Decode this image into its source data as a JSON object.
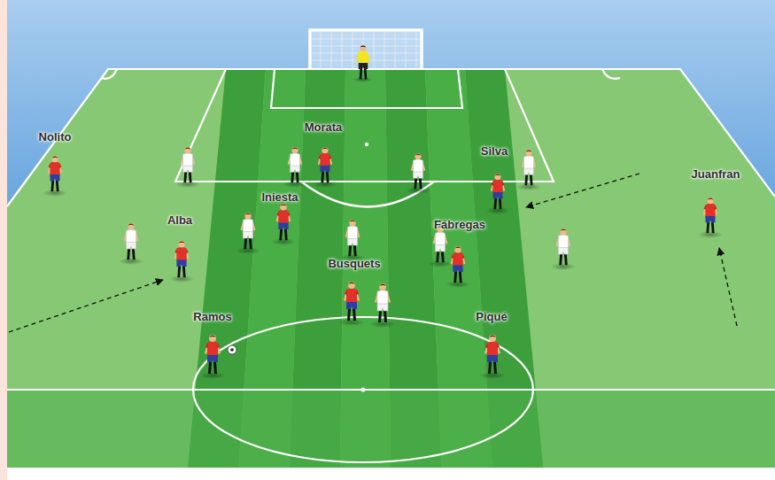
{
  "diagram": {
    "labels": [
      "Nolito",
      "Morata",
      "Silva",
      "Juanfran",
      "Iniesta",
      "Alba",
      "Fábregas",
      "Busquets",
      "Ramos",
      "Piqué"
    ]
  }
}
